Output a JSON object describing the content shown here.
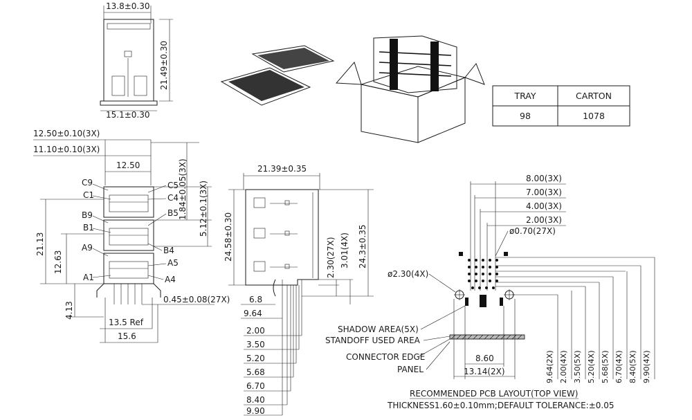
{
  "top_view": {
    "width_top": "13.8±0.30",
    "width_bottom": "15.1±0.30",
    "height": "21.49±0.30"
  },
  "packing_table": {
    "headers": [
      "TRAY",
      "CARTON"
    ],
    "values": [
      "98",
      "1078"
    ]
  },
  "front_view": {
    "dim_a": "12.50±0.10(3X)",
    "dim_b": "11.10±0.10(3X)",
    "dim_c": "12.50",
    "dim_h1": "1.84±0.05(3X)",
    "dim_h2": "5.12±0.1(3X)",
    "dim_21": "21.13",
    "dim_12": "12.63",
    "dim_4": "4.13",
    "pin_pitch": "0.45±0.08(27X)",
    "ref_width": "13.5 Ref",
    "base_width": "15.6",
    "contacts": [
      "C9",
      "C1",
      "C5",
      "C4",
      "B9",
      "B1",
      "B5",
      "B4",
      "A9",
      "A1",
      "A5",
      "A4"
    ]
  },
  "side_view": {
    "width": "21.39±0.35",
    "height_left": "24.58±0.30",
    "height_right": "24.3±0.35",
    "pin_dim": "2.30(27X)",
    "peg_dim": "3.01(4X)",
    "offset_a": "6.8",
    "offset_b": "9.64",
    "bottom_dims": [
      "2.00",
      "3.50",
      "5.20",
      "5.68",
      "6.70",
      "8.40",
      "9.90"
    ]
  },
  "pcb_layout": {
    "top_dims": [
      "8.00(3X)",
      "7.00(3X)",
      "4.00(3X)",
      "2.00(3X)"
    ],
    "hole_small": "ø0.70(27X)",
    "hole_large": "ø2.30(4X)",
    "labels": [
      "SHADOW AREA(5X)",
      "STANDOFF USED AREA",
      "CONNECTOR EDGE",
      "PANEL"
    ],
    "dim_860": "8.60",
    "dim_1314": "13.14(2X)",
    "vertical_dims": [
      "9.64(2X)",
      "2.00(4X)",
      "3.50(5X)",
      "5.20(4X)",
      "5.68(5X)",
      "6.70(4X)",
      "8.40(5X)",
      "9.90(4X)"
    ],
    "title": "RECOMMENDED PCB LAYOUT(TOP VIEW)",
    "note": "THICKNESS1.60±0.10mm;DEFAULT TOLERANCE:±0.05"
  }
}
